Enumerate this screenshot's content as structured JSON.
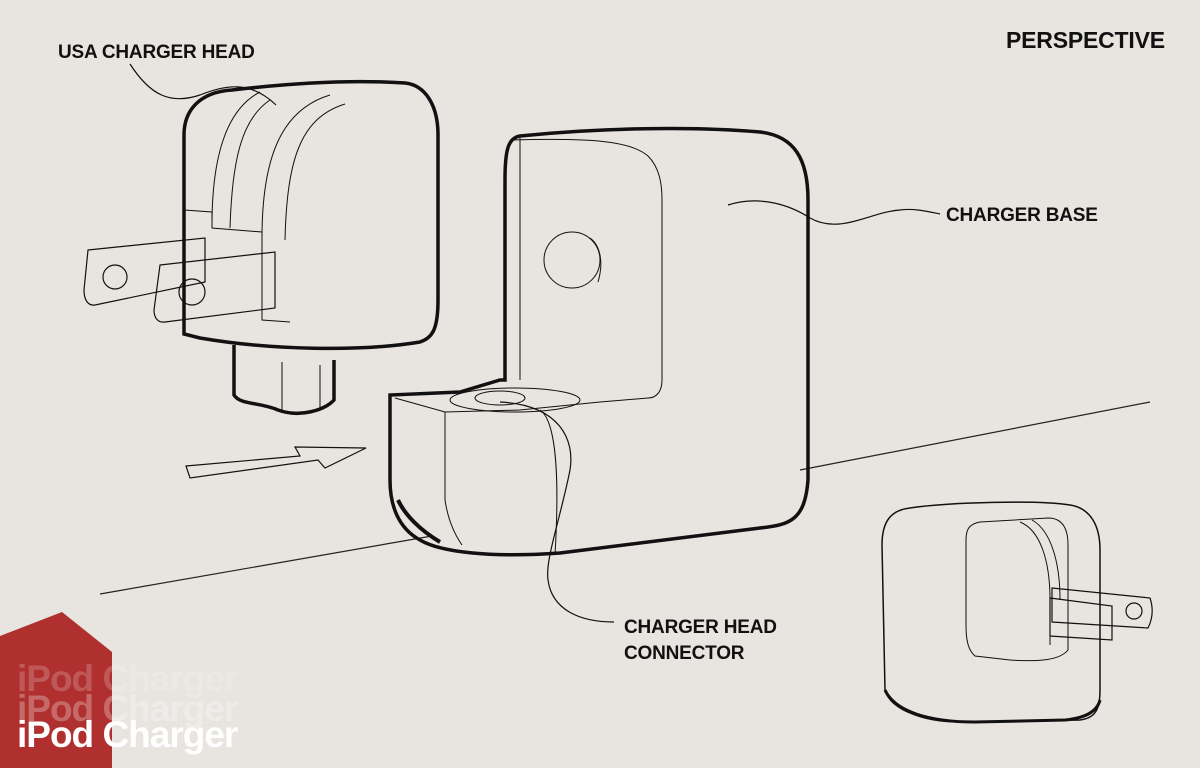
{
  "view_label": "PERSPECTIVE",
  "callouts": {
    "head": "USA CHARGER HEAD",
    "base": "CHARGER BASE",
    "connector_line1": "CHARGER HEAD",
    "connector_line2": "CONNECTOR"
  },
  "title": {
    "ghost_1": "iPod Charger",
    "ghost_2": "iPod Charger",
    "main": "iPod Charger"
  },
  "colors": {
    "background": "#e8e4df",
    "badge": "#b03030",
    "ink": "#111111",
    "title_text": "#ffffff"
  }
}
